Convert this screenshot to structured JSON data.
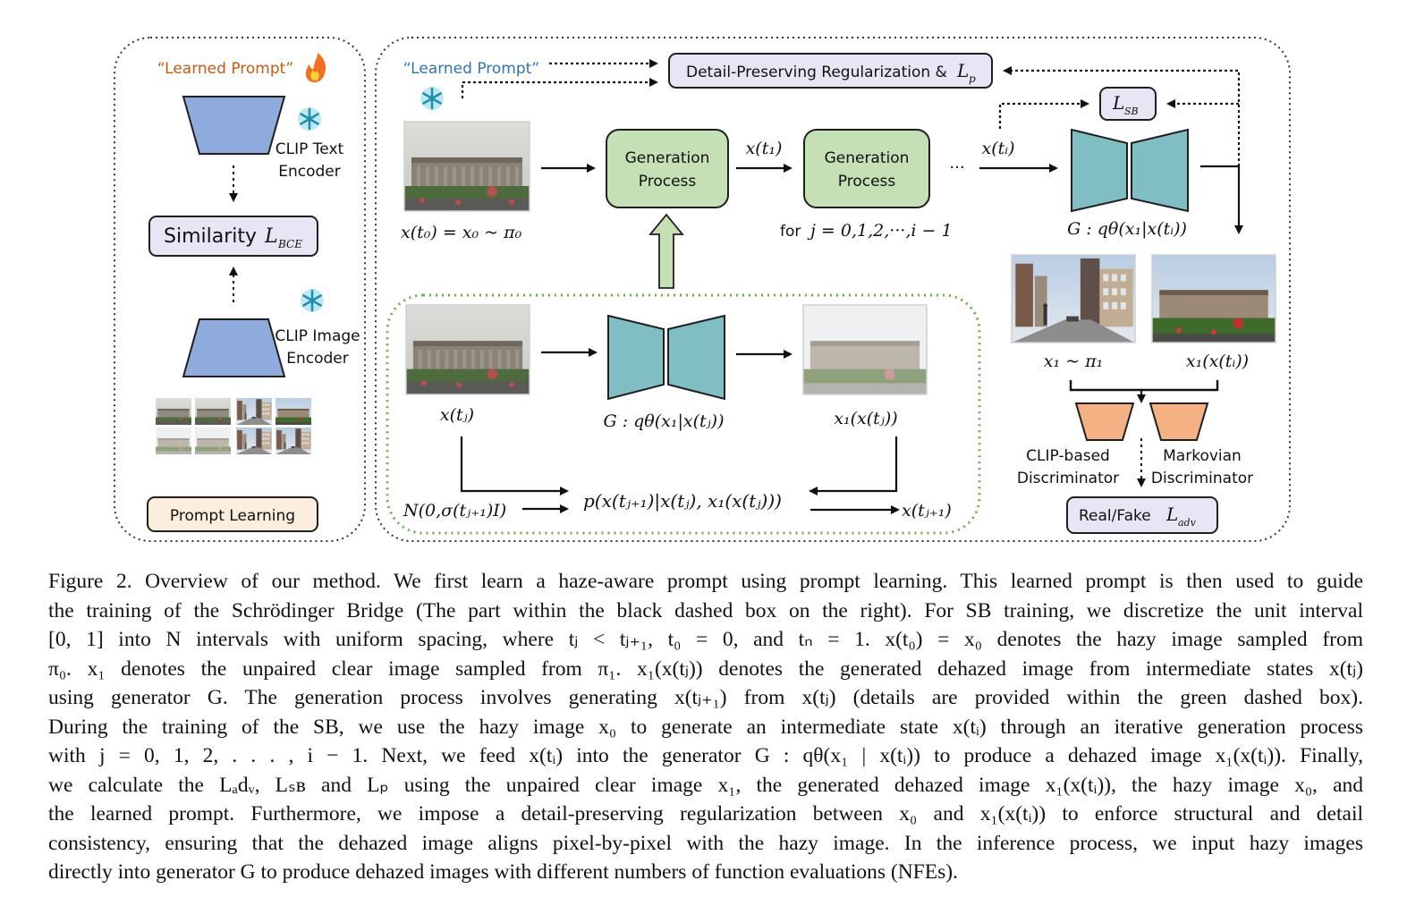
{
  "left_panel": {
    "learned_prompt": "“Learned Prompt”",
    "text_encoder_l1": "CLIP Text",
    "text_encoder_l2": "Encoder",
    "similarity_label": "Similarity",
    "similarity_loss": "L",
    "similarity_loss_sub": "BCE",
    "image_encoder_l1": "CLIP Image",
    "image_encoder_l2": "Encoder",
    "prompt_learning": "Prompt Learning"
  },
  "right_panel": {
    "learned_prompt": "“Learned Prompt”",
    "detail_reg": "Detail-Preserving Regularization &",
    "detail_loss": "L",
    "detail_loss_sub": "p",
    "lsb": "L",
    "lsb_sub": "SB",
    "gen_process_l1": "Generation",
    "gen_process_l2": "Process",
    "x_t0": "x(t₀) = x₀ ~ π₀",
    "x_t1": "x(t₁)",
    "ellipsis": "···",
    "x_ti": "x(tᵢ)",
    "for_j": "for",
    "for_j_math": "j = 0,1,2,···,i − 1",
    "generator_top": "G : qθ(x₁|x(tᵢ))",
    "x1_pi1": "x₁ ~ π₁",
    "x1_xti": "x₁(x(tᵢ))",
    "clip_disc_l1": "CLIP-based",
    "clip_disc_l2": "Discriminator",
    "markov_disc_l1": "Markovian",
    "markov_disc_l2": "Discriminator",
    "real_fake": "Real/Fake",
    "adv_loss": "L",
    "adv_loss_sub": "adv"
  },
  "green_box": {
    "x_tj": "x(tⱼ)",
    "generator": "G : qθ(x₁|x(tⱼ))",
    "x1_xtj": "x₁(x(tⱼ))",
    "noise": "N(0,σ(tⱼ₊₁)I)",
    "transition": "p(x(tⱼ₊₁)|x(tⱼ), x₁(x(tⱼ)))",
    "x_tj1": "x(tⱼ₊₁)"
  },
  "caption_lines": [
    "Figure 2. Overview of our method. We first learn a haze-aware prompt using prompt learning. This learned prompt is then used to guide",
    "the training of the Schrödinger Bridge (The part within the black dashed box on the right). For SB training, we discretize the unit interval",
    "[0, 1] into N intervals with uniform spacing, where tⱼ < tⱼ₊₁, t₀ = 0, and tₙ = 1. x(t₀) = x₀ denotes the hazy image sampled from",
    "π₀. x₁ denotes the unpaired clear image sampled from π₁. x₁(x(tⱼ)) denotes the generated dehazed image from intermediate states x(tⱼ)",
    "using generator G. The generation process involves generating x(tⱼ₊₁) from x(tⱼ) (details are provided within the green dashed box).",
    "During the training of the SB, we use the hazy image x₀ to generate an intermediate state x(tᵢ) through an iterative generation process",
    "with j = 0, 1, 2, . . . , i − 1. Next, we feed x(tᵢ) into the generator G : qθ(x₁ | x(tᵢ)) to produce a dehazed image x₁(x(tᵢ)). Finally,",
    "we calculate the Lₐdᵥ, Lₛʙ and Lₚ using the unpaired clear image x₁, the generated dehazed image x₁(x(tᵢ)), the hazy image x₀, and",
    "the learned prompt. Furthermore, we impose a detail-preserving regularization between x₀ and x₁(x(tᵢ)) to enforce structural and detail",
    "consistency, ensuring that the dehazed image aligns pixel-by-pixel with the hazy image. In the inference process, we input hazy images",
    "directly into generator G to produce dehazed images with different numbers of function evaluations (NFEs)."
  ],
  "colors": {
    "encoder_blue": "#8faadc",
    "generator_teal": "#7fbfc4",
    "process_green": "#c5e0b4",
    "discriminator_orange": "#f4b183",
    "loss_box": "#e8e6f5",
    "prompt_box": "#fbeedd",
    "green_dash": "#70ad47",
    "prompt_text_left": "#c55a11",
    "prompt_text_right": "#2e75b6",
    "snowflake": "#1f9fbf",
    "fire": "#f07020"
  }
}
